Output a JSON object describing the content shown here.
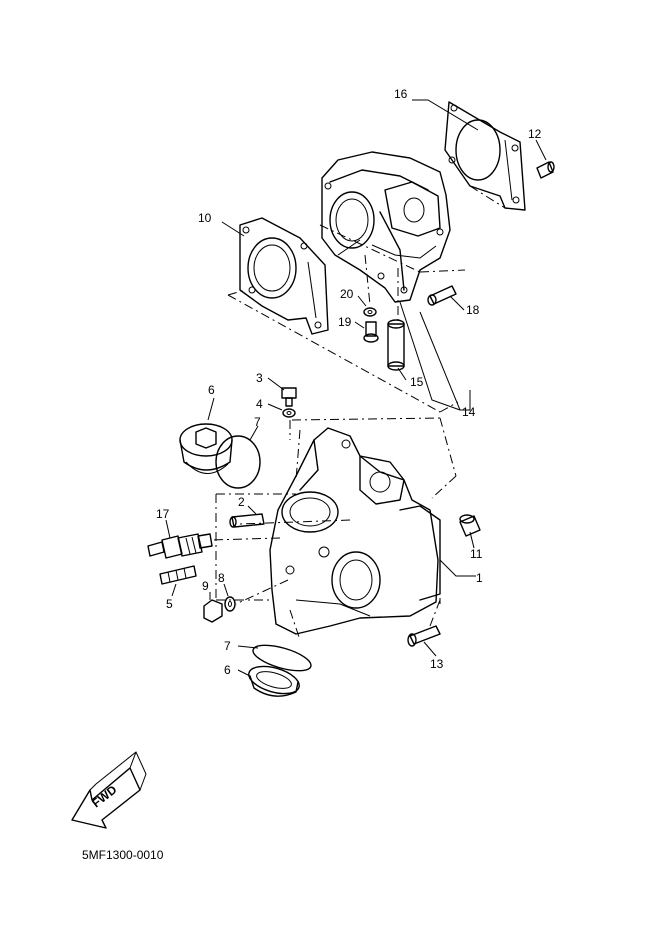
{
  "diagram_code": "5MF1300-0010",
  "fwd_label": "FWD",
  "callouts": {
    "c1": "1",
    "c2": "2",
    "c3": "3",
    "c4": "4",
    "c5": "5",
    "c6a": "6",
    "c6b": "6",
    "c7a": "7",
    "c7b": "7",
    "c8": "8",
    "c9": "9",
    "c10": "10",
    "c11": "11",
    "c12": "12",
    "c13": "13",
    "c14": "14",
    "c15": "15",
    "c16": "16",
    "c17": "17",
    "c18": "18",
    "c19": "19",
    "c20": "20"
  }
}
